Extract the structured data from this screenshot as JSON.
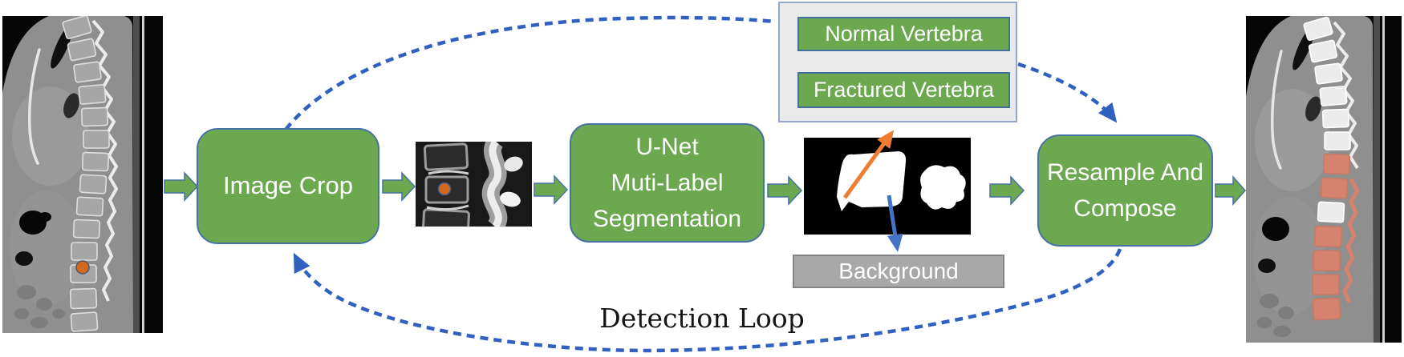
{
  "diagram": {
    "loop_label": "Detection Loop",
    "nodes": {
      "image_crop": {
        "label": "Image Crop"
      },
      "unet": {
        "lines": [
          "U-Net",
          "Muti-Label",
          "Segmentation"
        ]
      },
      "resample": {
        "lines": [
          "Resample And",
          "Compose"
        ]
      }
    },
    "legend": {
      "normal": "Normal Vertebra",
      "fractured": "Fractured Vertebra",
      "background": "Background"
    },
    "images": {
      "input_ct": "sagittal-spine-ct-with-seed-point",
      "cropped_patch": "cropped-vertebra-patch-with-seed-point",
      "segmentation_mask": "binary-vertebra-segmentation-mask",
      "output_ct": "sagittal-spine-ct-with-composed-labels"
    },
    "colors": {
      "node_green": "#6BA84F",
      "node_border": "#41719C",
      "loop_blue": "#3060C0",
      "annotation_orange": "#ED7D31",
      "annotation_blue": "#4472C4",
      "legend_container_bg": "#E9E9E9",
      "legend_container_border": "#93A9CC",
      "background_box_gray": "#A8A8A8",
      "seed_point_orange": "#D2691E",
      "fractured_highlight": "#D5836F"
    }
  }
}
